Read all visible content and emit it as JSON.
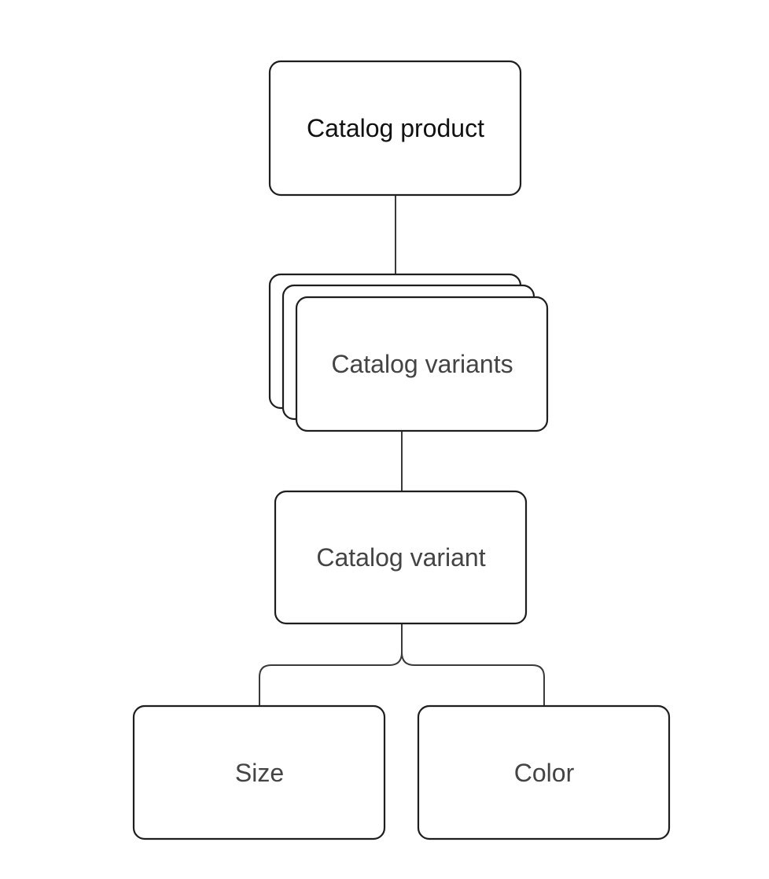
{
  "nodes": {
    "product": {
      "label": "Catalog product"
    },
    "variants": {
      "label": "Catalog variants"
    },
    "variant": {
      "label": "Catalog variant"
    },
    "size": {
      "label": "Size"
    },
    "color": {
      "label": "Color"
    }
  },
  "edges": [
    {
      "from": "Catalog product",
      "to": "Catalog variants"
    },
    {
      "from": "Catalog variants",
      "to": "Catalog variant"
    },
    {
      "from": "Catalog variant",
      "to": "Size"
    },
    {
      "from": "Catalog variant",
      "to": "Color"
    }
  ],
  "colors": {
    "stroke": "#1e1e1e",
    "connector": "#3a3a3a",
    "text_dark": "#111111",
    "text_grey": "#444444",
    "background": "#ffffff"
  }
}
